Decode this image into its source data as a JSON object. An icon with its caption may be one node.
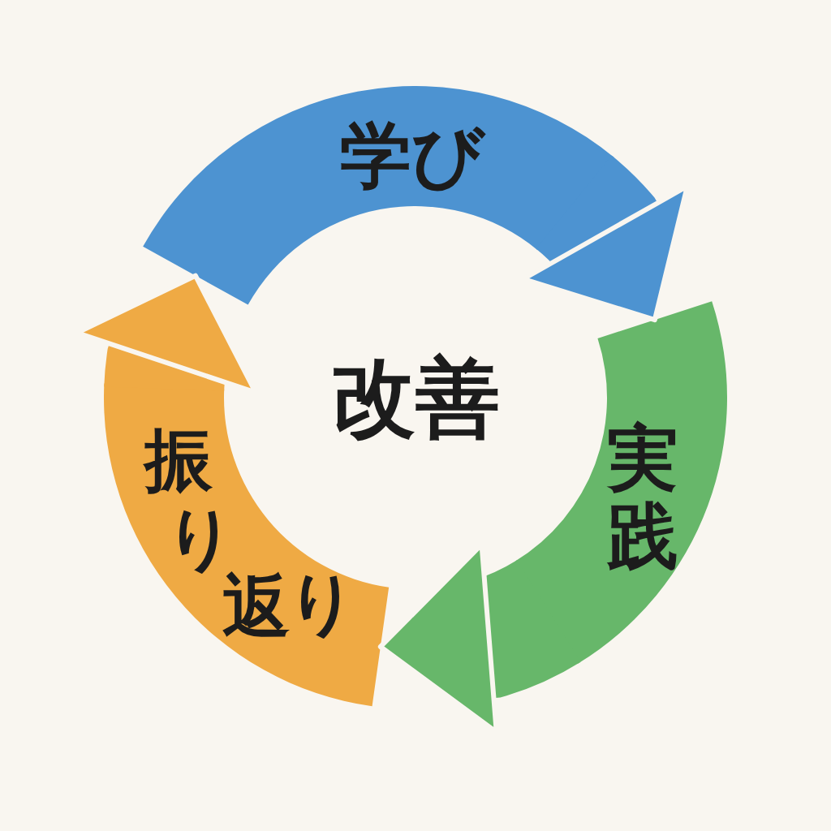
{
  "diagram": {
    "nodes": [
      {
        "text": [
          "学び"
        ]
      },
      {
        "text": [
          "実践"
        ]
      },
      {
        "text": [
          "振り返り"
        ]
      }
    ],
    "edges": [
      {
        "from": 0,
        "to": 1,
        "arrow": "to",
        "color": "#4d93d1"
      },
      {
        "from": 1,
        "to": 2,
        "arrow": "to",
        "color": "#67b76a"
      },
      {
        "from": 2,
        "to": 0,
        "arrow": "to",
        "color": "#efaa44"
      }
    ],
    "labels": [
      "改善"
    ]
  }
}
